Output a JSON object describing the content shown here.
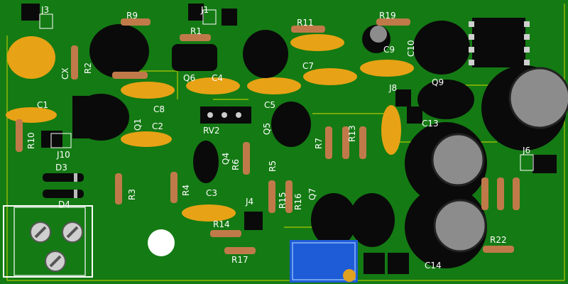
{
  "board": {
    "pcb_color": "#147a14",
    "silk_color": "#ffffff",
    "trace_color": "#c8d400",
    "cap_color": "#e8a216",
    "pot_color": "#1e5bd6"
  },
  "labels": {
    "j3": "J3",
    "r9": "R9",
    "j1": "J1",
    "r1": "R1",
    "r11": "R11",
    "r19": "R19",
    "cx": "CX",
    "r2": "R2",
    "q6": "Q6",
    "c4": "C4",
    "c7": "C7",
    "c9": "C9",
    "c10": "C10",
    "c1": "C1",
    "c8": "C8",
    "c5": "C5",
    "j8": "J8",
    "q9": "Q9",
    "r10": "R10",
    "q1": "Q1",
    "c2": "C2",
    "rv2": "RV2",
    "q5": "Q5",
    "r7": "R7",
    "r13": "R13",
    "c13": "C13",
    "j10": "J10",
    "q4": "Q4",
    "r6": "R6",
    "r5": "R5",
    "j6": "J6",
    "d3": "D3",
    "d4": "D4",
    "r3": "R3",
    "r4": "R4",
    "q7": "Q7",
    "r15": "R15",
    "r16": "R16",
    "c3": "C3",
    "j4": "J4",
    "r14": "R14",
    "r17": "R17",
    "r22": "R22",
    "c14": "C14"
  }
}
